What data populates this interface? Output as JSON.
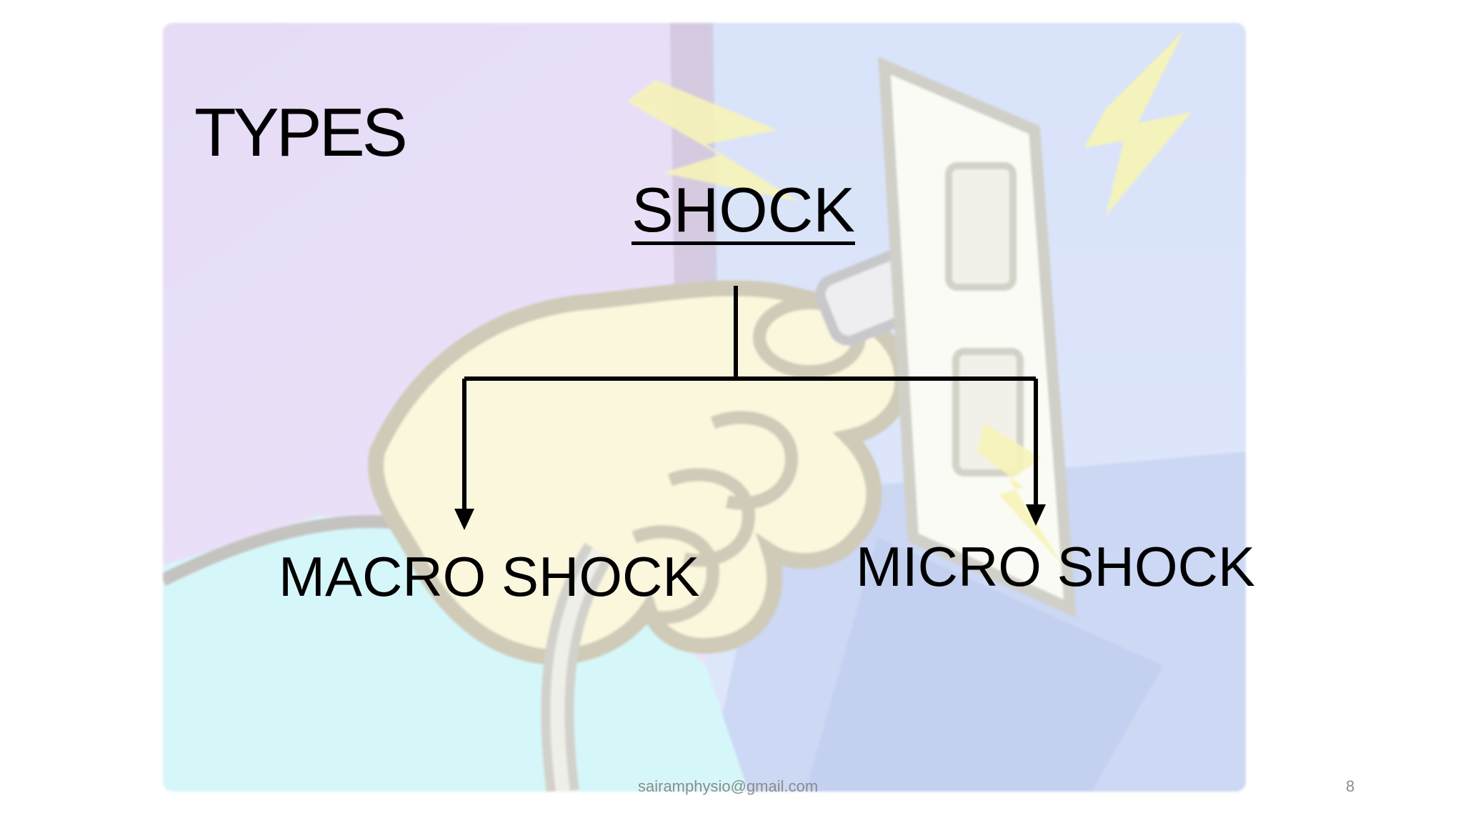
{
  "slide": {
    "title": "TYPES",
    "root": "SHOCK",
    "children": [
      "MACRO SHOCK",
      "MICRO SHOCK"
    ],
    "footer_email": "sairamphysio@gmail.com",
    "page_number": "8"
  },
  "background": {
    "icon": "hand-plugging-into-outlet-with-sparks-illustration"
  }
}
